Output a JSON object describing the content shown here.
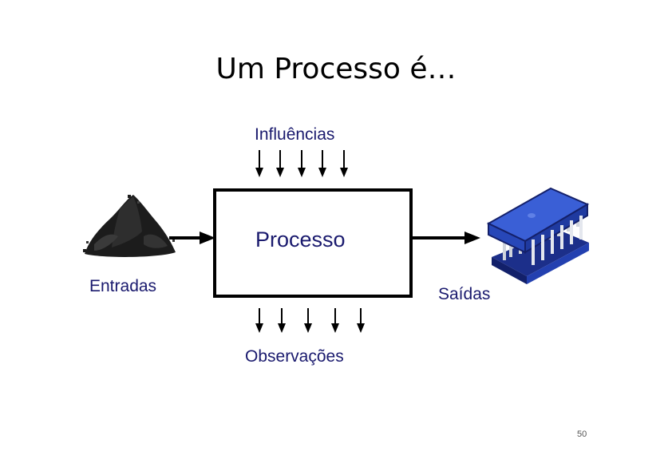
{
  "slide": {
    "title": "Um Processo é…",
    "page_number": "50"
  },
  "diagram": {
    "influences_label": "Influências",
    "process_label": "Processo",
    "inputs_label": "Entradas",
    "outputs_label": "Saídas",
    "observations_label": "Observações",
    "colors": {
      "label_text": "#1a1a6e",
      "chip_blue": "#3a5fd6",
      "chip_dark": "#1c2f8a",
      "pile": "#1c1c1c"
    },
    "icons": [
      "black-pile-icon",
      "microchip-icon"
    ]
  }
}
